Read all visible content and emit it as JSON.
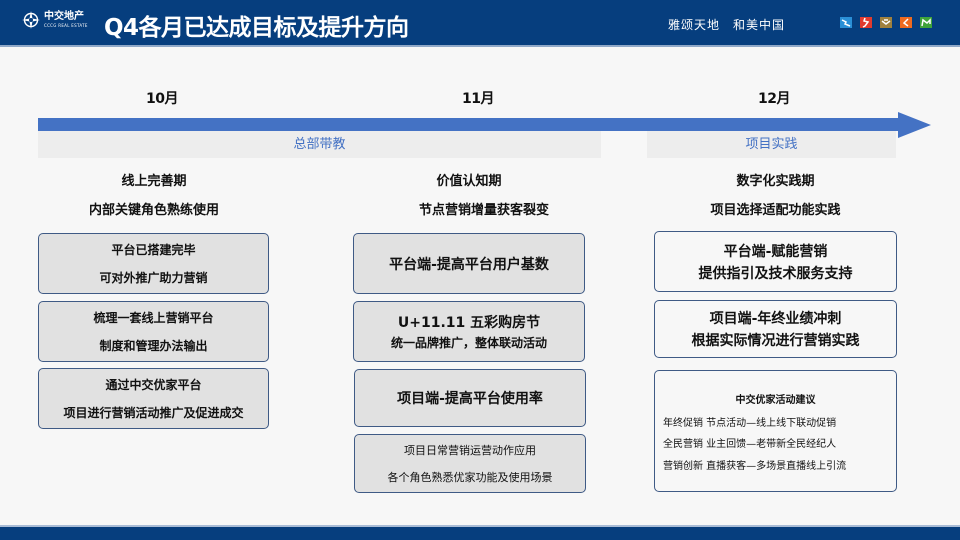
{
  "header": {
    "logo": {
      "name_cn": "中交地产",
      "name_en": "CCCG REAL ESTATE"
    },
    "title": "Q4各月已达成目标及提升方向",
    "slogan": "雅颂天地　和美中国",
    "brand_icons": [
      {
        "name": "brand-icon-blue",
        "color": "#2a8fd6"
      },
      {
        "name": "brand-icon-red",
        "color": "#e23b2e"
      },
      {
        "name": "brand-icon-gold",
        "color": "#a0813e"
      },
      {
        "name": "brand-icon-orange",
        "color": "#ee6a1f"
      },
      {
        "name": "brand-icon-green",
        "color": "#3fa33a"
      }
    ]
  },
  "timeline": {
    "months": [
      "10月",
      "11月",
      "12月"
    ],
    "phases": [
      {
        "label": "总部带教"
      },
      {
        "label": "项目实践"
      }
    ],
    "arrow_color": "#4472c4"
  },
  "columns": [
    {
      "stage": "线上完善期",
      "goal": "内部关键角色熟练使用",
      "cards": [
        {
          "lines": [
            "平台已搭建完毕",
            "可对外推广助力营销"
          ]
        },
        {
          "lines": [
            "梳理一套线上营销平台",
            "制度和管理办法输出"
          ]
        },
        {
          "lines": [
            "通过中交优家平台",
            "项目进行营销活动推广及促进成交"
          ]
        }
      ]
    },
    {
      "stage": "价值认知期",
      "goal": "节点营销增量获客裂变",
      "cards": [
        {
          "lines": [
            "平台端-提高平台用户基数"
          ]
        },
        {
          "lines": [
            "U+11.11 五彩购房节",
            "统一品牌推广，整体联动活动"
          ]
        },
        {
          "lines": [
            "项目端-提高平台使用率"
          ]
        },
        {
          "lines": [
            "项目日常营销运营动作应用",
            "各个角色熟悉优家功能及使用场景"
          ]
        }
      ]
    },
    {
      "stage": "数字化实践期",
      "goal": "项目选择适配功能实践",
      "cards": [
        {
          "lines": [
            "平台端-赋能营销",
            "提供指引及技术服务支持"
          ]
        },
        {
          "lines": [
            "项目端-年终业绩冲刺",
            "根据实际情况进行营销实践"
          ]
        }
      ],
      "suggestions": {
        "title": "中交优家活动建议",
        "lines": [
          "年终促销 节点活动—线上线下联动促销",
          "全民营销 业主回馈—老带新全民经纪人",
          "营销创新 直播获客—多场景直播线上引流"
        ]
      }
    }
  ],
  "colors": {
    "header_bg": "#063e7e",
    "card_bg": "#e1e1e1",
    "card_border": "#3f5a85",
    "phase_text": "#4472c4"
  }
}
